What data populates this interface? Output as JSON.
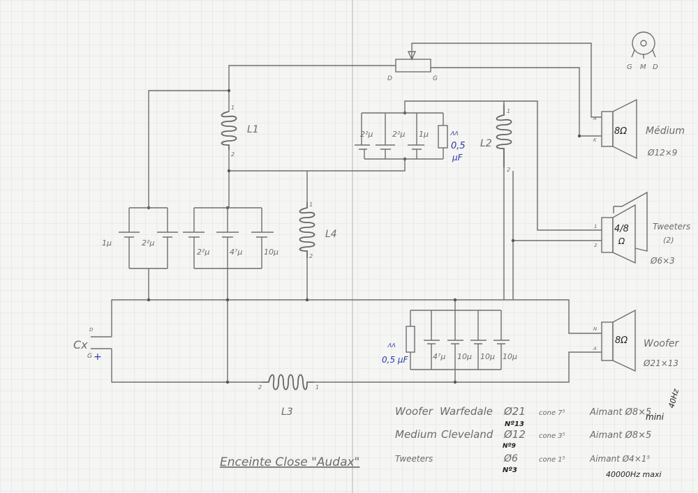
{
  "title": "Enceinte Close \"Audax\"",
  "potentiometer": {
    "left": "D",
    "right": "G"
  },
  "connector": {
    "pins": [
      "G",
      "M",
      "D"
    ]
  },
  "input": {
    "label": "Cx",
    "pin_top": "D",
    "pin_bottom": "G",
    "polarity": "+"
  },
  "coils": {
    "l1": {
      "label": "L1",
      "p1": "1",
      "p2": "2"
    },
    "l2": {
      "label": "L2",
      "p1": "1",
      "p2": "2"
    },
    "l3": {
      "label": "L3",
      "p1": "1",
      "p2": "2"
    },
    "l4": {
      "label": "L4",
      "p1": "1",
      "p2": "2"
    }
  },
  "cap_bank_1": [
    "1µ",
    "2²µ"
  ],
  "cap_bank_2": [
    "2²µ",
    "4⁷µ",
    "10µ"
  ],
  "cap_bank_top": [
    "2²µ",
    "2²µ",
    "1µ"
  ],
  "cap_bank_top_note": {
    "sym": "ⴷⴷ",
    "value": "0,5",
    "unit": "µF"
  },
  "cap_bank_bottom": [
    "4⁷µ",
    "10µ",
    "10µ",
    "10µ"
  ],
  "cap_bank_bottom_note": {
    "sym": "ⴷⴷ",
    "value": "0,5 µF"
  },
  "speakers": {
    "medium": {
      "name": "Médium",
      "impedance": "8Ω",
      "size": "Ø12×9",
      "pin_a": "A",
      "pin_k": "K"
    },
    "tweeters": {
      "name": "Tweeters",
      "count": "(2)",
      "impedance": "4/8",
      "ohm": "Ω",
      "size": "Ø6×3",
      "pin_1": "1",
      "pin_2": "2"
    },
    "woofer": {
      "name": "Woofer",
      "impedance": "8Ω",
      "size": "Ø21×13",
      "pin_n": "N",
      "pin_a": "A"
    }
  },
  "specs": [
    {
      "type": "Woofer",
      "brand": "Warfedale",
      "dia": "Ø21",
      "cone": "cone 7⁵",
      "magnet": "Aimant Ø8×5",
      "ref": "Nº13"
    },
    {
      "type": "Medium",
      "brand": "Cleveland",
      "dia": "Ø12",
      "cone": "cone 3⁵",
      "magnet": "Aimant Ø8×5",
      "ref": "Nº9"
    },
    {
      "type": "Tweeters",
      "brand": "",
      "dia": "Ø6",
      "cone": "cone 1⁵",
      "magnet": "Aimant Ø4×1⁵",
      "ref": "Nº3"
    }
  ],
  "notes": {
    "woofer_min": "40Hz",
    "woofer_min2": "mini",
    "tweeter_max": "40000Hz maxi"
  }
}
